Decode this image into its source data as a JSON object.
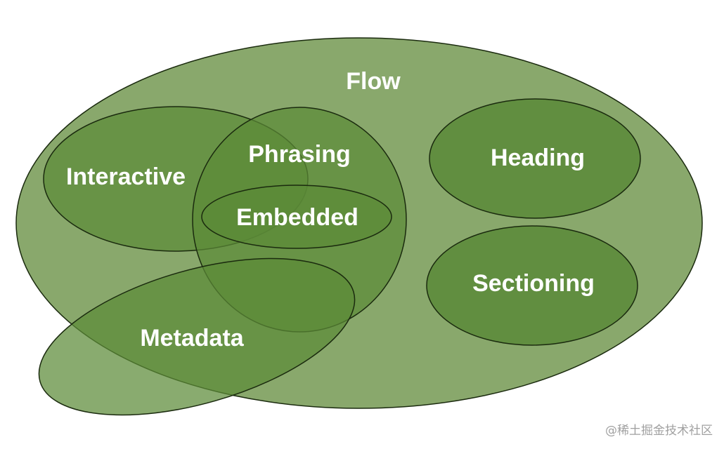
{
  "categories": [
    {
      "id": "flow",
      "label": "Flow"
    },
    {
      "id": "interactive",
      "label": "Interactive"
    },
    {
      "id": "phrasing",
      "label": "Phrasing"
    },
    {
      "id": "embedded",
      "label": "Embedded"
    },
    {
      "id": "metadata",
      "label": "Metadata"
    },
    {
      "id": "heading",
      "label": "Heading"
    },
    {
      "id": "sectioning",
      "label": "Sectioning"
    }
  ],
  "colors": {
    "outer_fill": "#89a86c",
    "inner_fill": "#5b8a38",
    "stroke": "#1a2a0e",
    "label": "#ffffff",
    "watermark": "#a0a0a0"
  },
  "watermark": "@稀土掘金技术社区"
}
